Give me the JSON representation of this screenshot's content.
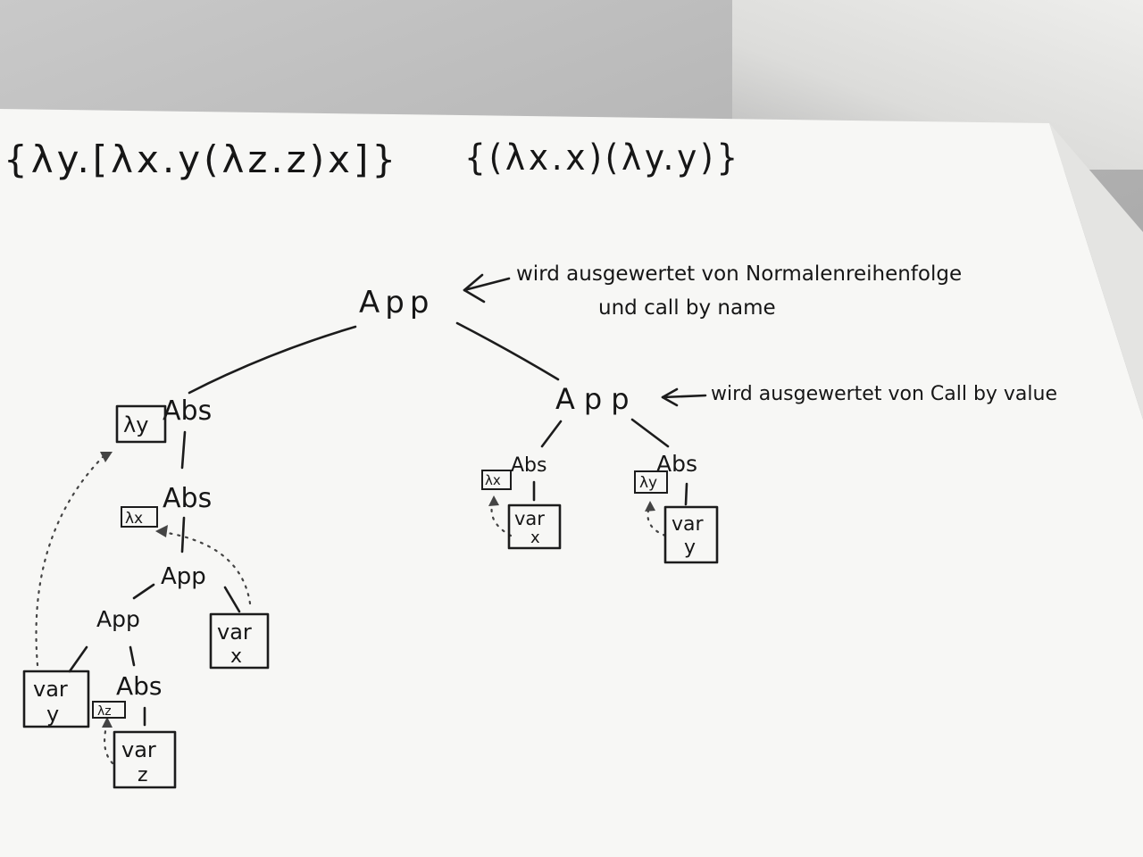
{
  "expression": {
    "part1": "{λy.[λx.y(λz.z)x]}",
    "part2": "{(λx.x)(λy.y)}"
  },
  "nodes": {
    "root": "App",
    "left_abs_y": "Abs",
    "left_abs_x": "Abs",
    "left_app_inner": "App",
    "left_app_lower": "App",
    "left_abs_z": "Abs",
    "right_app": "App",
    "right_abs_x": "Abs",
    "right_abs_y": "Abs"
  },
  "binders": {
    "lambda_y_left": "λy",
    "lambda_x_left": "λx",
    "lambda_z_left": "λz",
    "lambda_x_right": "λx",
    "lambda_y_right": "λy"
  },
  "vars": {
    "var_label": "var",
    "y_left": "y",
    "z_left": "z",
    "x_left": "x",
    "x_right": "x",
    "y_right": "y"
  },
  "annotations": {
    "root_line1": "wird ausgewertet von Normalenreihenfolge",
    "root_line2": "und call by name",
    "right_app": "wird ausgewertet von Call by value"
  }
}
